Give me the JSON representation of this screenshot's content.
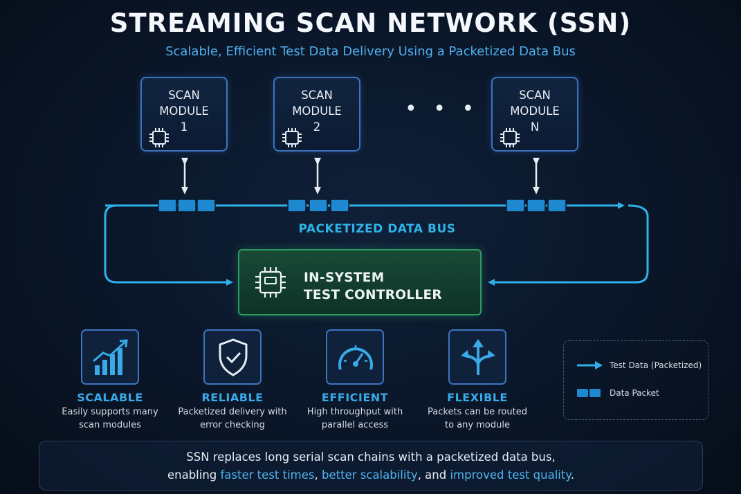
{
  "header": {
    "title": "STREAMING SCAN NETWORK (SSN)",
    "subtitle": "Scalable, Efficient Test Data Delivery Using a Packetized Data Bus"
  },
  "modules": [
    {
      "label": "SCAN\nMODULE\n1",
      "icon": "chip-icon"
    },
    {
      "label": "SCAN\nMODULE\n2",
      "icon": "chip-icon"
    },
    {
      "label": "SCAN\nMODULE\nN",
      "icon": "chip-icon"
    }
  ],
  "ellipsis": "• • •",
  "bus": {
    "label": "PACKETIZED DATA BUS"
  },
  "controller": {
    "label": "IN-SYSTEM\nTEST CONTROLLER",
    "icon": "processor-icon"
  },
  "features": [
    {
      "title": "SCALABLE",
      "desc": "Easily supports many\nscan modules",
      "icon": "bar-chart-growth-icon"
    },
    {
      "title": "RELIABLE",
      "desc": "Packetized delivery with\nerror checking",
      "icon": "shield-check-icon"
    },
    {
      "title": "EFFICIENT",
      "desc": "High throughput with\nparallel access",
      "icon": "speedometer-icon"
    },
    {
      "title": "FLEXIBLE",
      "desc": "Packets can be routed\nto any module",
      "icon": "branching-arrows-icon"
    }
  ],
  "legend": {
    "items": [
      {
        "label": "Test Data (Packetized)",
        "icon": "arrow-icon"
      },
      {
        "label": "Data Packet",
        "icon": "data-packet-icon"
      }
    ]
  },
  "summary": {
    "line1": "SSN replaces long serial scan chains with a packetized data bus,",
    "line2_prefix": "enabling ",
    "hl1": "faster test times",
    "sep1": ", ",
    "hl2": "better scalability",
    "sep2": ", and ",
    "hl3": "improved test quality",
    "end": "."
  },
  "colors": {
    "background": "#0a1628",
    "accent_blue": "#2fb2e8",
    "packet": "#1e88d0",
    "controller_green": "#184a37",
    "module_border": "#3e74bf"
  }
}
